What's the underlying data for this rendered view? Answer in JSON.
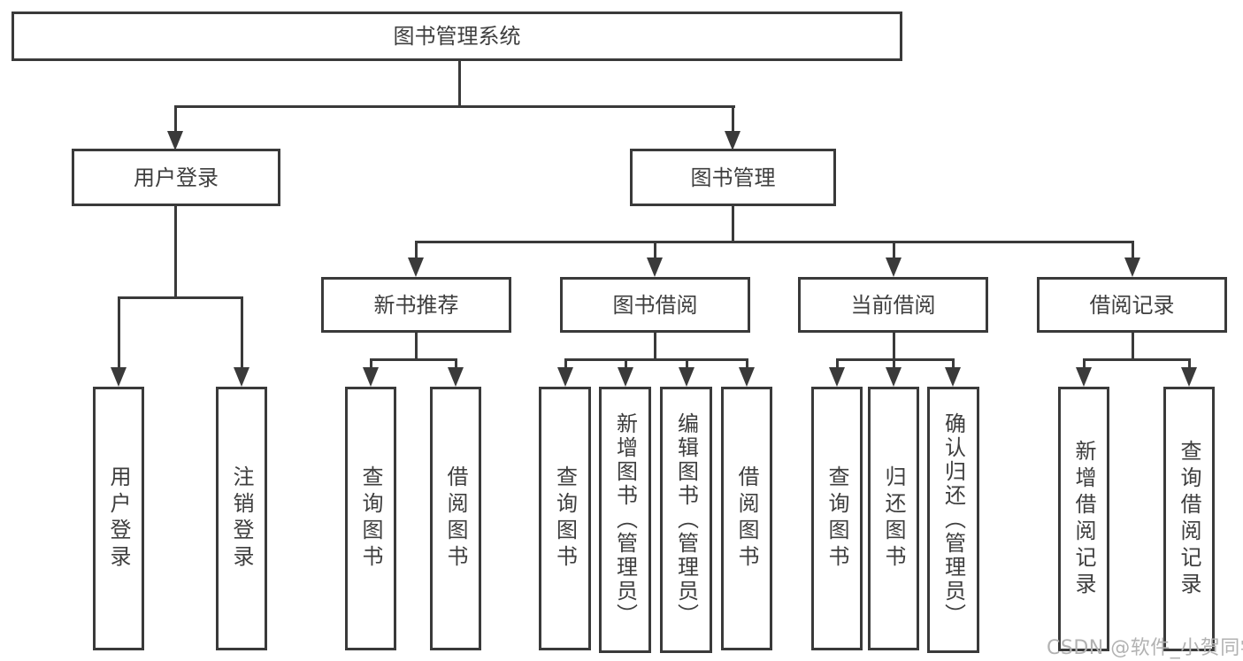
{
  "diagram": {
    "root": {
      "label": "图书管理系统"
    },
    "branches": {
      "user_login": {
        "label": "用户登录"
      },
      "book_mgmt": {
        "label": "图书管理"
      }
    },
    "modules": {
      "new_book_rec": {
        "label": "新书推荐"
      },
      "book_borrow": {
        "label": "图书借阅"
      },
      "current_borrow": {
        "label": "当前借阅"
      },
      "borrow_records": {
        "label": "借阅记录"
      }
    },
    "leaves": {
      "user_login": {
        "label": "用户登录"
      },
      "logout": {
        "label": "注销登录"
      },
      "rec_query_books": {
        "label": "查询图书"
      },
      "rec_borrow_books": {
        "label": "借阅图书"
      },
      "bor_query_books": {
        "label": "查询图书"
      },
      "bor_add_books_admin": {
        "label": "新增图书（管理员）"
      },
      "bor_edit_books_admin": {
        "label": "编辑图书（管理员）"
      },
      "bor_borrow_books": {
        "label": "借阅图书"
      },
      "cur_query_books": {
        "label": "查询图书"
      },
      "cur_return_books": {
        "label": "归还图书"
      },
      "cur_confirm_return_admin": {
        "label": "确认归还（管理员）"
      },
      "rec_add_record": {
        "label": "新增借阅记录"
      },
      "rec_query_record": {
        "label": "查询借阅记录"
      }
    }
  },
  "watermark": {
    "text": "CSDN @软件_小贺同学"
  },
  "colors": {
    "line": "#3a3a3a",
    "text": "#3e3e3e",
    "watermark": "#b2b2b2",
    "background": "#ffffff"
  }
}
